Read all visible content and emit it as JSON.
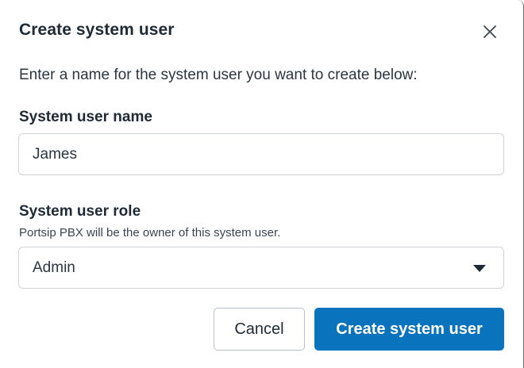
{
  "dialog": {
    "title": "Create system user",
    "close_icon": "close-icon",
    "description": "Enter a name for the system user you want to create below:"
  },
  "form": {
    "name_field": {
      "label": "System user name",
      "value": "James"
    },
    "role_field": {
      "label": "System user role",
      "hint": "Portsip PBX will be the owner of this system user.",
      "selected": "Admin",
      "icon": "caret-down-icon"
    }
  },
  "actions": {
    "cancel_label": "Cancel",
    "create_label": "Create system user"
  },
  "colors": {
    "primary": "#0a73bd",
    "text": "#1e2b37",
    "border": "#cfd4d9"
  }
}
